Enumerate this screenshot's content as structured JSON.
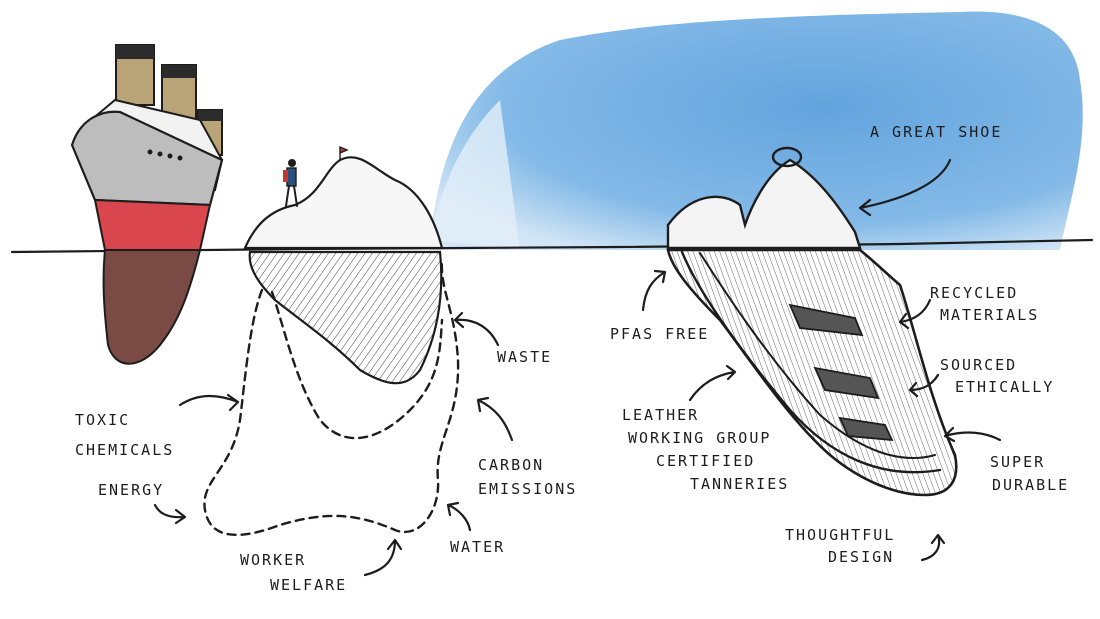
{
  "colors": {
    "ink": "#1d1d1d",
    "sky": "#5fa3dd",
    "hull_red": "#d9464d",
    "hull_brown": "#7a4a44",
    "funnel": "#b8a476",
    "flag": "#c0392b"
  },
  "left_labels": {
    "toxic_1": "TOXIC",
    "toxic_2": "CHEMICALS",
    "energy": "ENERGY",
    "worker_1": "WORKER",
    "worker_2": "WELFARE",
    "water": "WATER",
    "carbon_1": "CARBON",
    "carbon_2": "EMISSIONS",
    "waste": "WASTE"
  },
  "right_labels": {
    "great_shoe": "A GREAT SHOE",
    "pfas": "PFAS FREE",
    "leather_1": "LEATHER",
    "leather_2": "WORKING GROUP",
    "leather_3": "CERTIFIED",
    "leather_4": "TANNERIES",
    "recycled_1": "RECYCLED",
    "recycled_2": "MATERIALS",
    "sourced_1": "SOURCED",
    "sourced_2": "ETHICALLY",
    "super_1": "SUPER",
    "super_2": "DURABLE",
    "thoughtful_1": "THOUGHTFUL",
    "thoughtful_2": "DESIGN"
  }
}
